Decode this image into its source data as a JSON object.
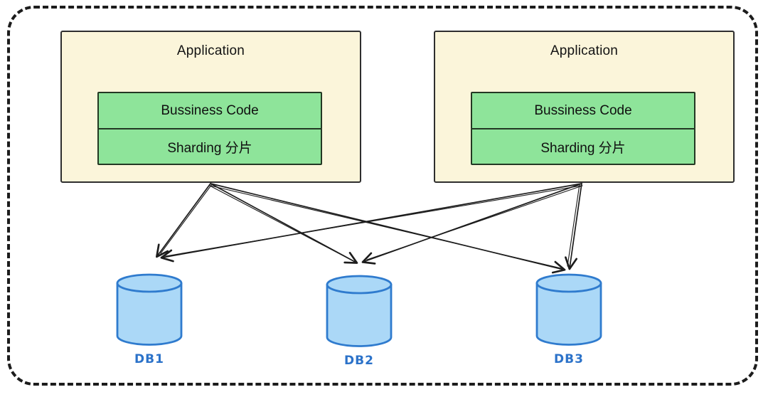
{
  "apps": [
    {
      "title": "Application",
      "layers": [
        "Bussiness Code",
        "Sharding 分片"
      ]
    },
    {
      "title": "Application",
      "layers": [
        "Bussiness Code",
        "Sharding 分片"
      ]
    }
  ],
  "databases": [
    {
      "label": "DB1"
    },
    {
      "label": "DB2"
    },
    {
      "label": "DB3"
    }
  ],
  "connections": [
    {
      "from": "Application 1",
      "to": "DB1"
    },
    {
      "from": "Application 1",
      "to": "DB2"
    },
    {
      "from": "Application 1",
      "to": "DB3"
    },
    {
      "from": "Application 2",
      "to": "DB1"
    },
    {
      "from": "Application 2",
      "to": "DB2"
    },
    {
      "from": "Application 2",
      "to": "DB3"
    }
  ],
  "colors": {
    "app_bg": "#fbf5da",
    "layer_bg": "#8ee49a",
    "db_fill": "#abd8f7",
    "db_stroke": "#2f7bce",
    "db_label": "#2b72c9",
    "line": "#1c1c1c"
  }
}
